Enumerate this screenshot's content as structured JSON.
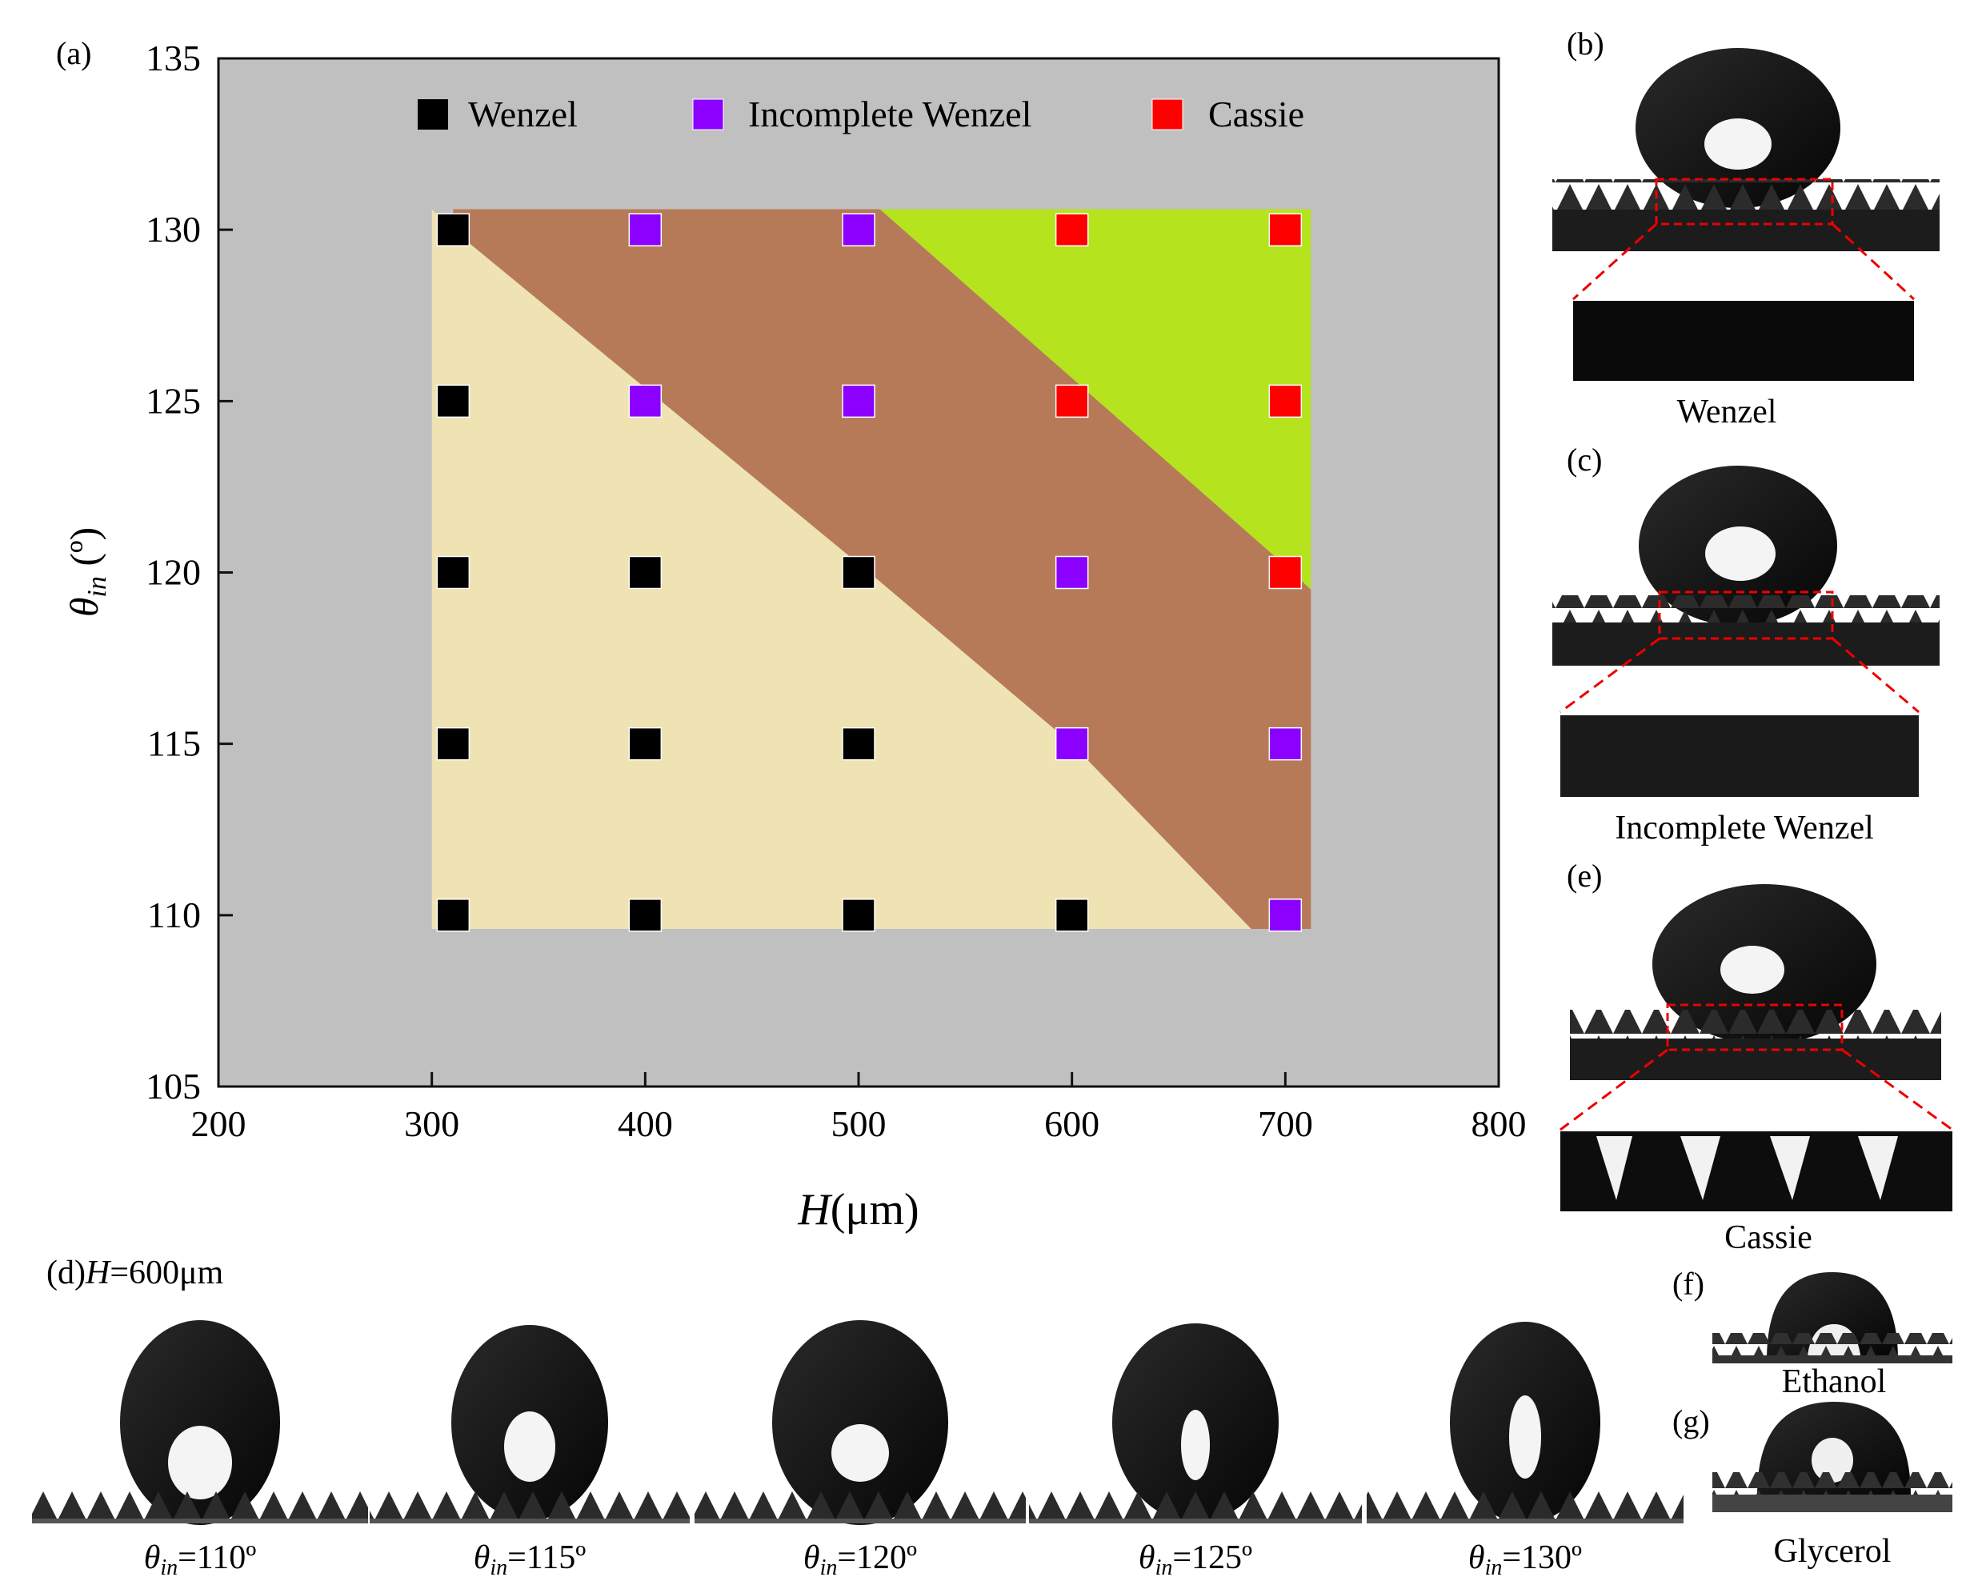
{
  "panel_labels": {
    "a": "(a)",
    "b": "(b)",
    "c": "(c)",
    "d": "(d)",
    "e": "(e)",
    "f": "(f)",
    "g": "(g)"
  },
  "chart_data": {
    "type": "scatter",
    "xlabel": "H(μm)",
    "xlabel_var": "H",
    "xlabel_unit": "(μm)",
    "ylabel": "θin (º)",
    "ylabel_var": "θ",
    "ylabel_sub": "in",
    "ylabel_unit": " (º)",
    "xlim": [
      200,
      800
    ],
    "ylim": [
      105,
      135
    ],
    "xticks": [
      "200",
      "300",
      "400",
      "500",
      "600",
      "700",
      "800"
    ],
    "yticks": [
      "105",
      "110",
      "115",
      "120",
      "125",
      "130",
      "135"
    ],
    "xtick_values": [
      200,
      300,
      400,
      500,
      600,
      700,
      800
    ],
    "ytick_values": [
      105,
      110,
      115,
      120,
      125,
      130,
      135
    ],
    "grid": false,
    "legend_position": "top",
    "colors": {
      "background": "#c0c0c0",
      "wenzel_region": "#efe2b3",
      "incomplete_region": "#b77a59",
      "cassie_region": "#b5e31e",
      "wenzel": "#000000",
      "incomplete": "#8b00ff",
      "cassie": "#ff0000"
    },
    "regions": {
      "wenzel": [
        [
          300,
          109.6
        ],
        [
          300,
          130.6
        ],
        [
          310,
          130
        ],
        [
          505,
          120
        ],
        [
          600,
          115
        ],
        [
          684,
          109.6
        ]
      ],
      "incomplete": [
        [
          310,
          130
        ],
        [
          310,
          130.6
        ],
        [
          510,
          130.6
        ],
        [
          700,
          120.2
        ],
        [
          712,
          119.5
        ],
        [
          712,
          109.6
        ],
        [
          684,
          109.6
        ],
        [
          600,
          115
        ],
        [
          505,
          120
        ]
      ],
      "cassie": [
        [
          510,
          130.6
        ],
        [
          712,
          130.6
        ],
        [
          712,
          119.5
        ],
        [
          700,
          120.2
        ]
      ]
    },
    "series": [
      {
        "name": "Wenzel",
        "color": "#000000",
        "points": [
          [
            310,
            130
          ],
          [
            310,
            125
          ],
          [
            310,
            120
          ],
          [
            310,
            115
          ],
          [
            310,
            110
          ],
          [
            400,
            120
          ],
          [
            400,
            115
          ],
          [
            400,
            110
          ],
          [
            500,
            120
          ],
          [
            500,
            115
          ],
          [
            500,
            110
          ],
          [
            600,
            110
          ]
        ]
      },
      {
        "name": "Incomplete Wenzel",
        "color": "#8b00ff",
        "points": [
          [
            400,
            130
          ],
          [
            400,
            125
          ],
          [
            500,
            130
          ],
          [
            500,
            125
          ],
          [
            600,
            120
          ],
          [
            600,
            115
          ],
          [
            700,
            115
          ],
          [
            700,
            110
          ]
        ]
      },
      {
        "name": "Cassie",
        "color": "#ff0000",
        "points": [
          [
            600,
            130
          ],
          [
            600,
            125
          ],
          [
            700,
            130
          ],
          [
            700,
            125
          ],
          [
            700,
            120
          ]
        ]
      }
    ]
  },
  "side_panels": {
    "b_caption": "Wenzel",
    "c_caption": "Incomplete Wenzel",
    "e_caption": "Cassie",
    "f_caption": "Ethanol",
    "g_caption": "Glycerol"
  },
  "panel_d": {
    "title_var": "H",
    "title_value": "=600μm",
    "captions": [
      {
        "var": "θ",
        "sub": "in",
        "value": "=110º"
      },
      {
        "var": "θ",
        "sub": "in",
        "value": "=115º"
      },
      {
        "var": "θ",
        "sub": "in",
        "value": "=120º"
      },
      {
        "var": "θ",
        "sub": "in",
        "value": "=125º"
      },
      {
        "var": "θ",
        "sub": "in",
        "value": "=130º"
      }
    ]
  }
}
